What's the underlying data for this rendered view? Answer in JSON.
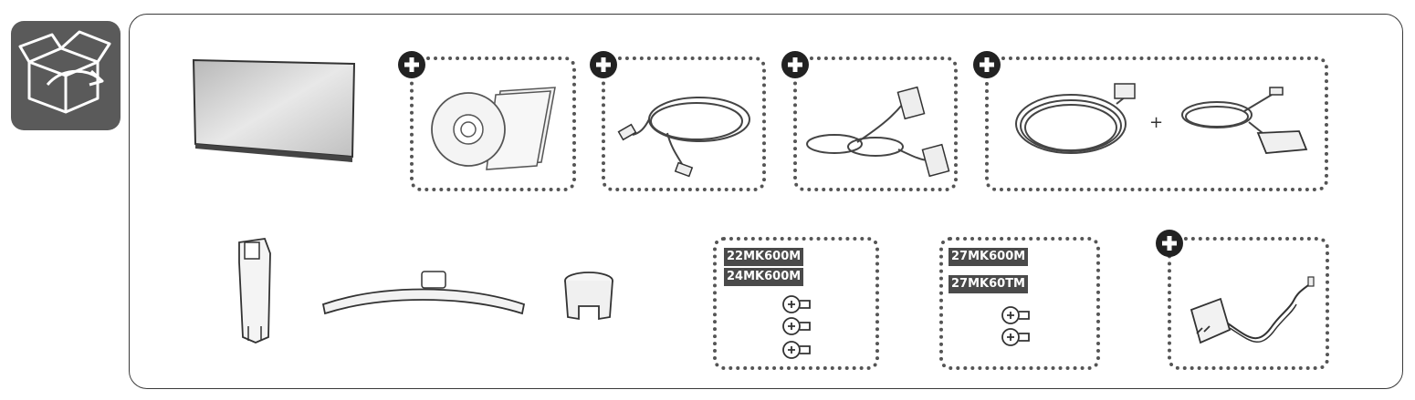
{
  "page": {
    "section_icon": "box-open-icon"
  },
  "items": {
    "monitor": {
      "icon": "monitor-icon",
      "optional": false
    },
    "cd_and_manual": {
      "icon": "cd-manual-icon",
      "optional": true
    },
    "hdmi_cable": {
      "icon": "hdmi-cable-icon",
      "optional": true
    },
    "dsub_cable": {
      "icon": "d-sub-cable-icon",
      "optional": true
    },
    "power_cord_adapter": {
      "icon": "power-cord-adapter-icon",
      "optional": true,
      "separator": "+"
    },
    "stand_body": {
      "icon": "stand-body-icon",
      "optional": false
    },
    "stand_base": {
      "icon": "stand-base-icon",
      "optional": false
    },
    "cable_holder": {
      "icon": "cable-holder-icon",
      "optional": false
    },
    "screws_group_1": {
      "models": [
        "22MK600M",
        "24MK600M"
      ],
      "screw_count": 3,
      "icon": "screw-icon"
    },
    "screws_group_2": {
      "models": [
        "27MK600M",
        "27MK60TM"
      ],
      "screw_count": 2,
      "icon": "screw-icon"
    },
    "wall_adapter": {
      "icon": "wall-adapter-icon",
      "optional": true
    }
  },
  "colors": {
    "icon_bg": "#5a5a5a",
    "badge_bg": "#222222",
    "label_bg": "#4a4a4a",
    "line": "#555555"
  }
}
